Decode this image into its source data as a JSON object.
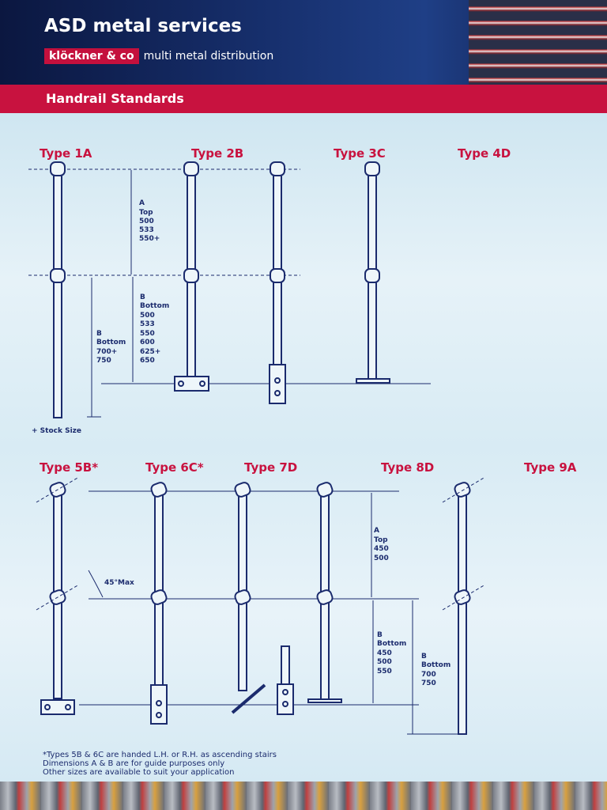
{
  "header": {
    "title": "ASD metal services",
    "brand_tag": "klöckner & co",
    "brand_sub": "multi metal distribution"
  },
  "band": {
    "label": "Handrail Standards"
  },
  "types_row1": [
    "Type 1A",
    "Type 2B",
    "Type 3C",
    "Type 4D"
  ],
  "types_row2": [
    "Type 5B*",
    "Type 6C*",
    "Type 7D",
    "Type 8D",
    "Type 9A"
  ],
  "dims_row1": {
    "a_top": [
      "A",
      "Top",
      "500",
      "533",
      "550+"
    ],
    "b_bottom_right": [
      "B",
      "Bottom",
      "500",
      "533",
      "550",
      "600",
      "625+",
      "650"
    ],
    "b_bottom_left": [
      "B",
      "Bottom",
      "700+",
      "750"
    ],
    "stock": "+ Stock Size"
  },
  "dims_row2": {
    "angle": "45°Max",
    "a_top": [
      "A",
      "Top",
      "450",
      "500"
    ],
    "b_bottom_left": [
      "B",
      "Bottom",
      "450",
      "500",
      "550"
    ],
    "b_bottom_right": [
      "B",
      "Bottom",
      "700",
      "750"
    ]
  },
  "footnotes": [
    "*Types 5B & 6C are handed L.H. or R.H. as ascending stairs",
    "Dimensions A & B are for guide purposes only",
    "Other sizes are available to suit your application"
  ],
  "colors": {
    "navy": "#1b2b6d",
    "red": "#c8123f"
  }
}
